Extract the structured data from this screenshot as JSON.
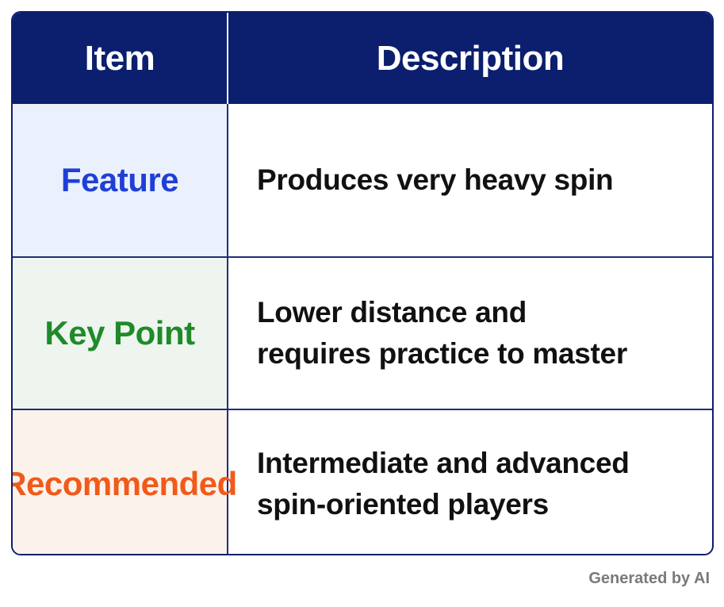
{
  "header": {
    "item": "Item",
    "description": "Description"
  },
  "rows": [
    {
      "item": "Feature",
      "description_lines": [
        "Produces very heavy spin"
      ],
      "item_color": "#1f3fd6",
      "background": "#eaf1fc"
    },
    {
      "item": "Key Point",
      "description_lines": [
        "Lower distance and",
        "requires practice to master"
      ],
      "item_color": "#1f8a2a",
      "background": "#eef5ee"
    },
    {
      "item": "Recommended",
      "description_lines": [
        "Intermediate and advanced",
        "spin-oriented players"
      ],
      "item_color": "#f05a1a",
      "background": "#fcf2ec"
    }
  ],
  "colors": {
    "header_background": "#0b1f6e",
    "border": "#1f2f78"
  },
  "footer": {
    "credit": "Generated by AI"
  }
}
